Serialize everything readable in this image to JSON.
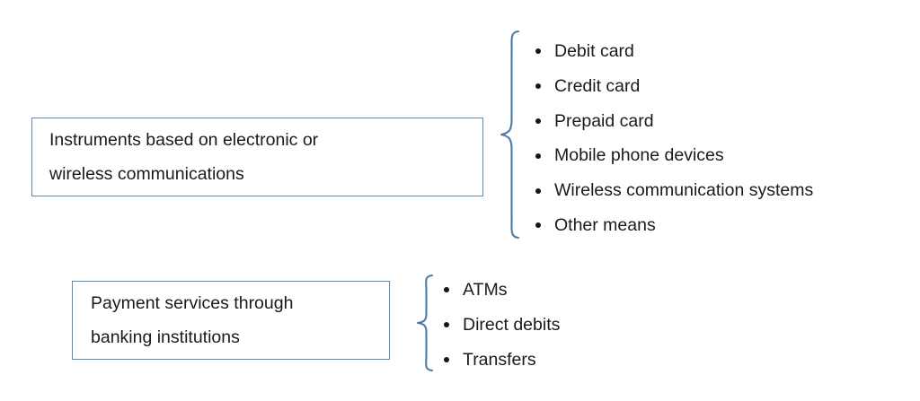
{
  "diagram": {
    "background_color": "#ffffff",
    "accent_color": "#5b8db8",
    "brace_color": "#4d7ba8",
    "text_color": "#1a1a1a",
    "groups": [
      {
        "id": "instruments",
        "box": {
          "lines": [
            "Instruments based on electronic or",
            "wireless communications"
          ]
        },
        "brace_icon": "right-curly-brace-icon",
        "items": [
          "Debit card",
          "Credit card",
          "Prepaid card",
          "Mobile phone devices",
          "Wireless communication systems",
          "Other means"
        ]
      },
      {
        "id": "payment-services",
        "box": {
          "lines": [
            "Payment services through",
            "banking institutions"
          ]
        },
        "brace_icon": "right-curly-brace-icon",
        "items": [
          "ATMs",
          "Direct debits",
          "Transfers"
        ]
      }
    ]
  }
}
